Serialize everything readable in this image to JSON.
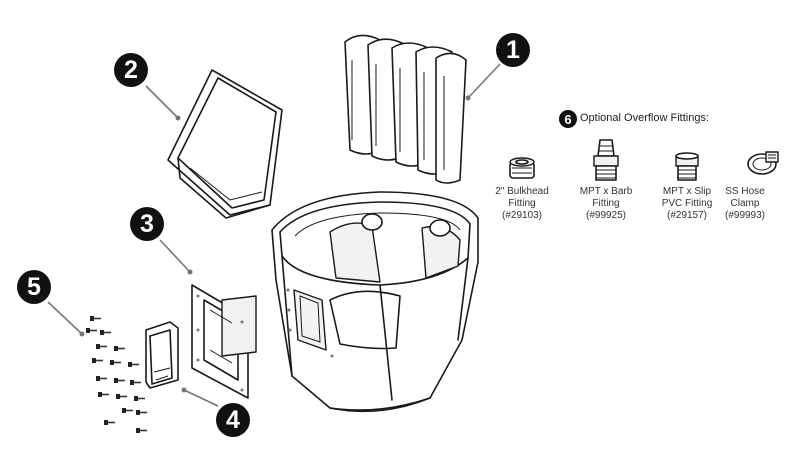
{
  "callouts": [
    "1",
    "2",
    "3",
    "4",
    "5",
    "6"
  ],
  "overflow_fittings": {
    "title": "Optional Overflow Fittings:",
    "items": [
      {
        "lines": [
          "2\" Bulkhead",
          "Fitting",
          "(#29103)"
        ]
      },
      {
        "lines": [
          "MPT x Barb",
          "Fitting",
          "(#99925)"
        ]
      },
      {
        "lines": [
          "MPT x Slip",
          "PVC Fitting",
          "(#29157)"
        ]
      },
      {
        "lines": [
          "SS Hose",
          "Clamp",
          "(#99993)"
        ]
      }
    ]
  }
}
